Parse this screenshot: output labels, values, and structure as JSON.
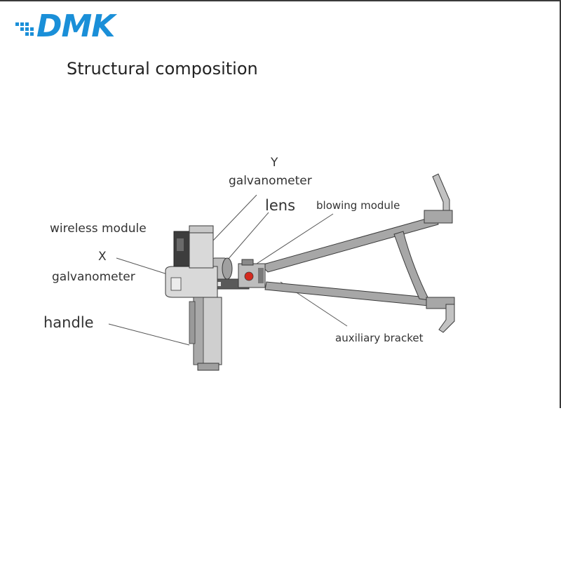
{
  "logo": {
    "text": "DMK",
    "color": "#1a8fd8"
  },
  "title": "Structural composition",
  "labels": {
    "y_line1": "Y",
    "y_line2": "galvanometer",
    "lens": "lens",
    "blowing_module": "blowing module",
    "wireless_module": "wireless module",
    "x_line1": "X",
    "x_line2": "galvanometer",
    "handle": "handle",
    "auxiliary_bracket": "auxiliary bracket"
  },
  "colors": {
    "metal": "#a7a7a7",
    "metal_light": "#d9d9d9",
    "outline": "#3a3a3a",
    "accent_red": "#d42a1f",
    "leader": "#555555"
  }
}
